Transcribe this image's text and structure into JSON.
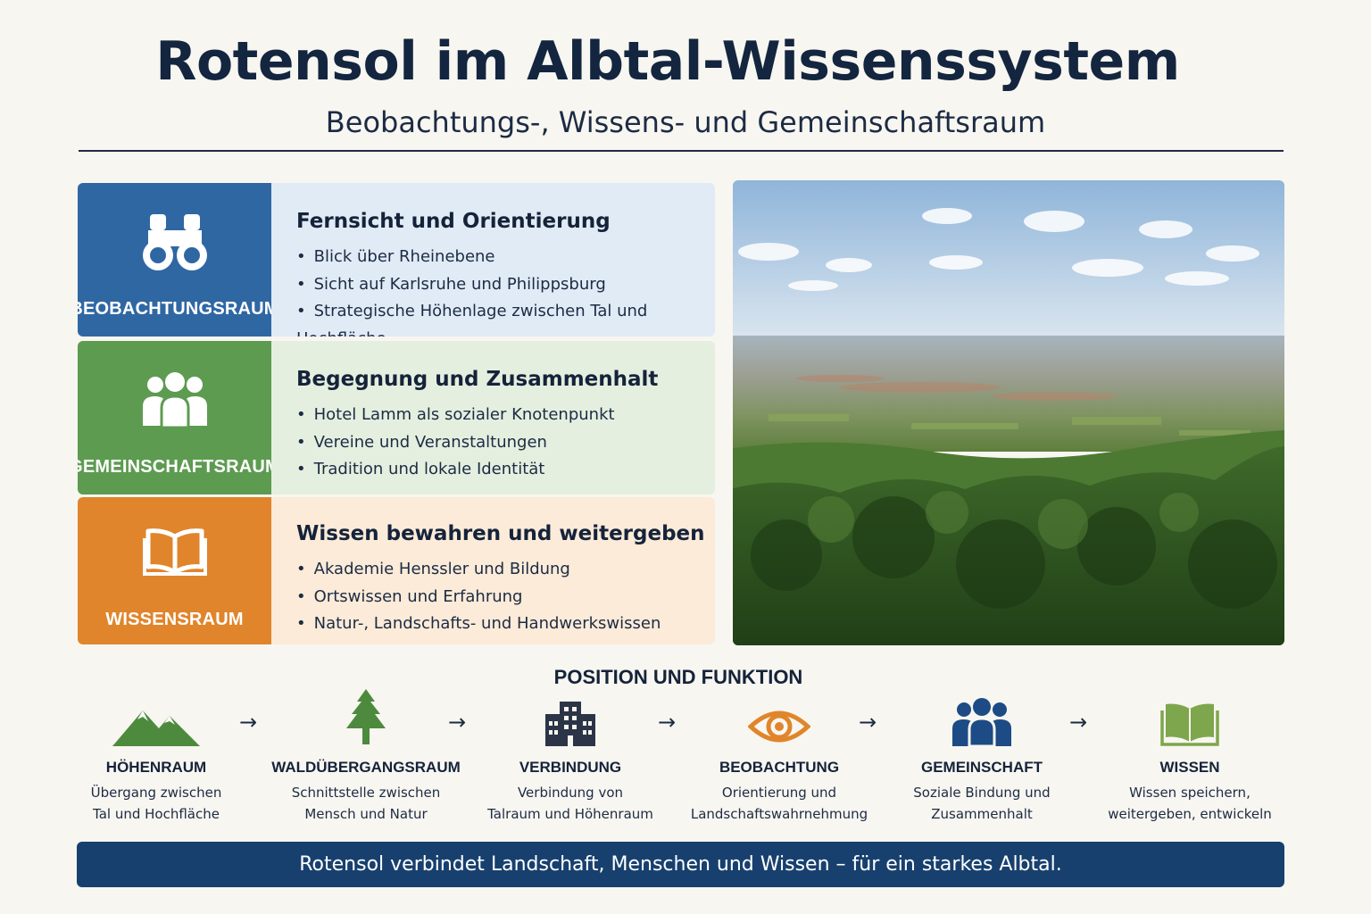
{
  "title": "Rotensol im Albtal-Wissenssystem",
  "subtitle": "Beobachtungs-, Wissens- und Gemeinschaftsraum",
  "cards": [
    {
      "badge": "BEOBACHTUNGSRAUM",
      "icon": "binoculars-icon",
      "heading": "Fernsicht und Orientierung",
      "items": [
        "Blick über Rheinebene",
        "Sicht auf Karlsruhe und Philippsburg",
        "Strategische Höhenlage zwischen Tal und Hochfläche"
      ]
    },
    {
      "badge": "GEMEINSCHAFTSRAUM",
      "icon": "people-icon",
      "heading": "Begegnung und Zusammenhalt",
      "items": [
        "Hotel Lamm als sozialer Knotenpunkt",
        "Vereine und Veranstaltungen",
        "Tradition und lokale Identität"
      ]
    },
    {
      "badge": "WISSENSRAUM",
      "icon": "book-icon",
      "heading": "Wissen bewahren und weitergeben",
      "items": [
        "Akademie Henssler und Bildung",
        "Ortswissen und Erfahrung",
        "Natur-, Landschafts- und Handwerkswissen"
      ]
    }
  ],
  "position_title": "POSITION UND FUNKTION",
  "steps": [
    {
      "icon": "mountain-icon",
      "name": "HÖHENRAUM",
      "desc1": "Übergang zwischen",
      "desc2": "Tal und Hochfläche"
    },
    {
      "icon": "tree-icon",
      "name": "WALDÜBERGANGSRAUM",
      "desc1": "Schnittstelle zwischen",
      "desc2": "Mensch und Natur"
    },
    {
      "icon": "building-icon",
      "name": "VERBINDUNG",
      "desc1": "Verbindung von",
      "desc2": "Talraum und Höhenraum"
    },
    {
      "icon": "eye-icon",
      "name": "BEOBACHTUNG",
      "desc1": "Orientierung und",
      "desc2": "Landschaftswahrnehmung"
    },
    {
      "icon": "people-icon",
      "name": "GEMEINSCHAFT",
      "desc1": "Soziale Bindung und",
      "desc2": "Zusammenhalt"
    },
    {
      "icon": "book-icon",
      "name": "WISSEN",
      "desc1": "Wissen speichern,",
      "desc2": "weitergeben, entwickeln"
    }
  ],
  "arrow": "→",
  "banner": "Rotensol verbindet Landschaft, Menschen und Wissen – für ein starkes Albtal.",
  "colors": {
    "observation": "#2f67a3",
    "community": "#5d9b51",
    "knowledge": "#e0852b",
    "banner": "#17406e"
  }
}
